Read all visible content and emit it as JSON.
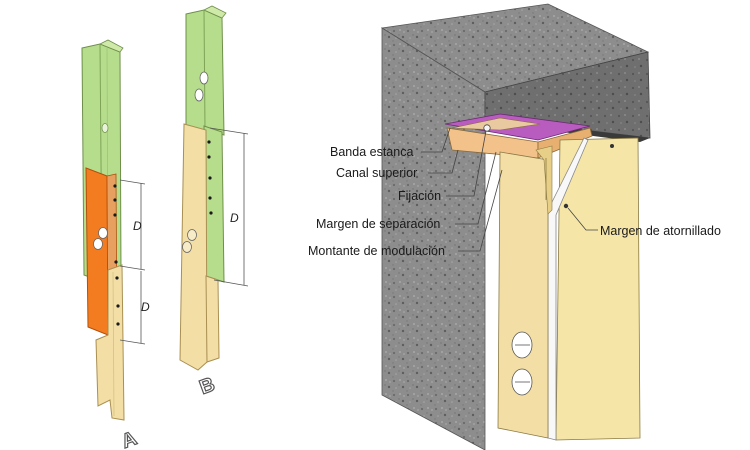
{
  "left_figure": {
    "stud_a_label": "A",
    "stud_b_label": "B",
    "dimension_label": "D"
  },
  "right_figure": {
    "labels": [
      "Banda estanca",
      "Canal superior",
      "Fijación",
      "Margen de separación",
      "Montante de modulación",
      "Margen de atornillado"
    ]
  },
  "colors": {
    "green_profile": "#b6dd8c",
    "orange_profile": "#f47c20",
    "tan_profile": "#f3dfa6",
    "stud_yellow": "#f5e6a8",
    "strip_purple": "#b85cc0",
    "concrete": "#8a8a8a"
  }
}
